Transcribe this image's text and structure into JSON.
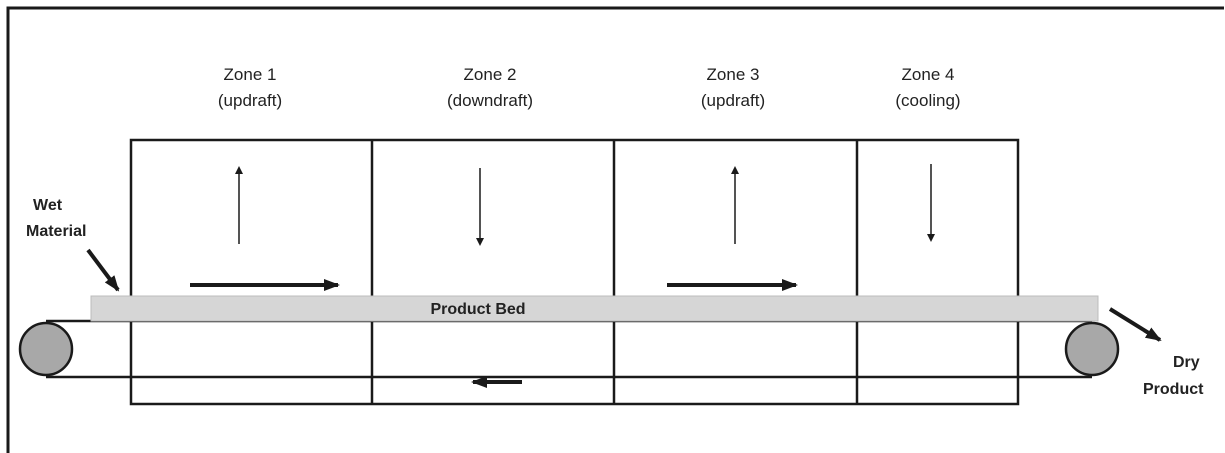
{
  "zones": [
    {
      "name": "Zone 1",
      "mode": "(updraft)",
      "air": "up"
    },
    {
      "name": "Zone 2",
      "mode": "(downdraft)",
      "air": "down"
    },
    {
      "name": "Zone 3",
      "mode": "(updraft)",
      "air": "up"
    },
    {
      "name": "Zone 4",
      "mode": "(cooling)",
      "air": "down"
    }
  ],
  "labels": {
    "wet_1": "Wet",
    "wet_2": "Material",
    "bed": "Product Bed",
    "dry_1": "Dry",
    "dry_2": "Product"
  },
  "colors": {
    "bed": "#d6d6d6",
    "roller": "#a8a8a8",
    "line": "#1a1a1a"
  }
}
